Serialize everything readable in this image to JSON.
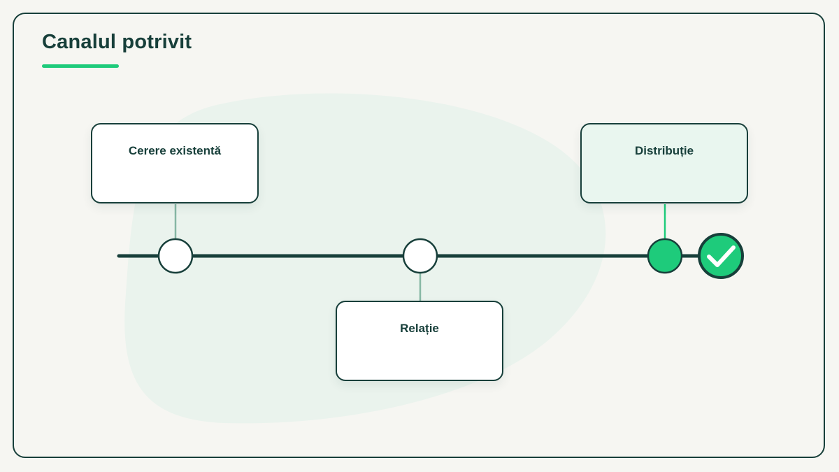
{
  "title": "Canalul potrivit",
  "colors": {
    "primary": "#173f3a",
    "accent": "#1ecb7b",
    "connector_muted": "#86b7a4",
    "background": "#f6f6f2",
    "blob": "#e8f2ec",
    "done_card": "#e9f6ef"
  },
  "stages": [
    {
      "label": "Cerere existentă",
      "state": "pending"
    },
    {
      "label": "Relație",
      "state": "pending"
    },
    {
      "label": "Distribuție",
      "state": "active"
    }
  ],
  "end_marker": {
    "icon": "check-icon",
    "state": "completed"
  }
}
